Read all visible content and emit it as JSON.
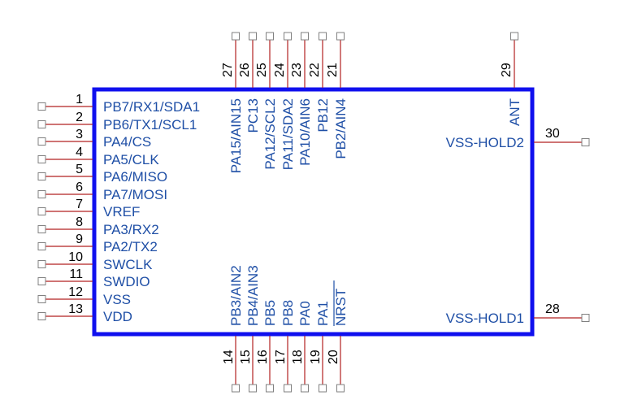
{
  "colors": {
    "body_outline": "#1010ee",
    "pin_line": "#b22222",
    "pin_terminal": "#808080",
    "label_text": "#1f4fa6",
    "number_text": "#000000"
  },
  "pins": {
    "left": [
      {
        "num": "1",
        "label": "PB7/RX1/SDA1"
      },
      {
        "num": "2",
        "label": "PB6/TX1/SCL1"
      },
      {
        "num": "3",
        "label": "PA4/CS"
      },
      {
        "num": "4",
        "label": "PA5/CLK"
      },
      {
        "num": "5",
        "label": "PA6/MISO"
      },
      {
        "num": "6",
        "label": "PA7/MOSI"
      },
      {
        "num": "7",
        "label": "VREF"
      },
      {
        "num": "8",
        "label": "PA3/RX2"
      },
      {
        "num": "9",
        "label": "PA2/TX2"
      },
      {
        "num": "10",
        "label": "SWCLK"
      },
      {
        "num": "11",
        "label": "SWDIO"
      },
      {
        "num": "12",
        "label": "VSS"
      },
      {
        "num": "13",
        "label": "VDD"
      }
    ],
    "top": [
      {
        "num": "27",
        "label": "PA15/AIN15"
      },
      {
        "num": "26",
        "label": "PC13"
      },
      {
        "num": "25",
        "label": "PA12/SCL2"
      },
      {
        "num": "24",
        "label": "PA11/SDA2"
      },
      {
        "num": "23",
        "label": "PA10/AIN6"
      },
      {
        "num": "22",
        "label": "PB12"
      },
      {
        "num": "21",
        "label": "PB2/AIN4"
      },
      {
        "num": "29",
        "label": "ANT"
      }
    ],
    "bottom": [
      {
        "num": "14",
        "label": "PB3/AIN2"
      },
      {
        "num": "15",
        "label": "PB4/AIN3"
      },
      {
        "num": "16",
        "label": "PB5"
      },
      {
        "num": "17",
        "label": "PB8"
      },
      {
        "num": "18",
        "label": "PA0"
      },
      {
        "num": "19",
        "label": "PA1"
      },
      {
        "num": "20",
        "label": "NRST",
        "overbar": true
      }
    ],
    "right": [
      {
        "num": "30",
        "label": "VSS-HOLD2"
      },
      {
        "num": "28",
        "label": "VSS-HOLD1"
      }
    ]
  }
}
